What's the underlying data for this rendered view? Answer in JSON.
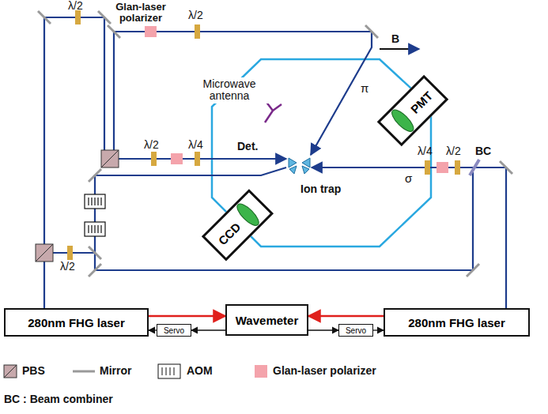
{
  "diagram": {
    "nodes": [
      {
        "text": [
          "PMT"
        ]
      },
      {
        "text": [
          "CCD"
        ]
      },
      {
        "text": [
          "280nm FHG laser"
        ]
      },
      {
        "text": [
          "Servo"
        ]
      },
      {
        "text": [
          "Wavemeter"
        ]
      },
      {
        "text": [
          "Servo"
        ]
      },
      {
        "text": [
          "280nm FHG laser"
        ]
      }
    ],
    "edges": [
      {
        "from": 2,
        "to": 4,
        "arrow": "to"
      },
      {
        "from": 6,
        "to": 4,
        "arrow": "to"
      },
      {
        "from": 4,
        "to": 3,
        "arrow": "to"
      },
      {
        "from": 3,
        "to": 2,
        "arrow": "to"
      },
      {
        "from": 4,
        "to": 5,
        "arrow": "to"
      },
      {
        "from": 5,
        "to": 6,
        "arrow": "to"
      }
    ],
    "labels": [
      "Glan-laser polarizer",
      "λ/2",
      "B",
      "Microwave antenna",
      "π",
      "λ/2",
      "λ/4",
      "Det.",
      "λ/4",
      "λ/2",
      "BC",
      "σ",
      "Ion trap",
      "λ/2",
      "λ/2",
      "BC : Beam combiner"
    ],
    "legend": [
      {
        "text": "PBS"
      },
      {
        "text": "Mirror"
      },
      {
        "text": "AOM"
      },
      {
        "text": "Glan-laser polarizer",
        "color": "#f4a3ab"
      }
    ]
  }
}
